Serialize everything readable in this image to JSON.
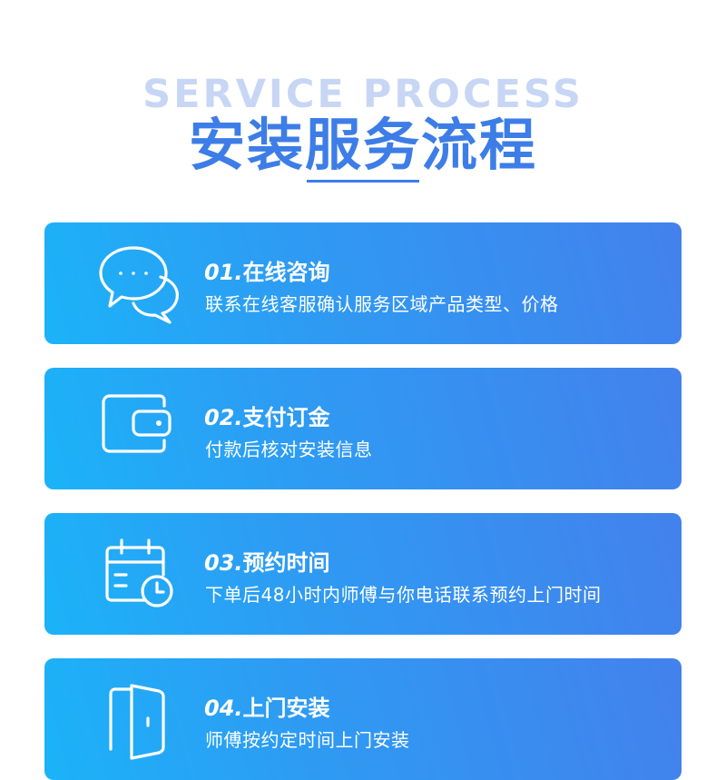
{
  "header": {
    "subtitle_en": "SERVICE PROCESS",
    "title_cn": "安装服务流程"
  },
  "steps": [
    {
      "number": "01.",
      "title": "在线咨询",
      "description": "联系在线客服确认服务区域产品类型、价格",
      "icon": "chat-bubbles-icon"
    },
    {
      "number": "02.",
      "title": "支付订金",
      "description": "付款后核对安装信息",
      "icon": "wallet-icon"
    },
    {
      "number": "03.",
      "title": "预约时间",
      "description": "下单后48小时内师傅与你电话联系预约上门时间",
      "icon": "calendar-clock-icon"
    },
    {
      "number": "04.",
      "title": "上门安装",
      "description": "师傅按约定时间上门安装",
      "icon": "door-icon"
    }
  ],
  "colors": {
    "accent": "#3d7de7",
    "subtitle": "#c8d6f5",
    "card_gradient_start": "#1bb3f8",
    "card_gradient_end": "#4381ec",
    "text_on_card": "#ffffff"
  }
}
